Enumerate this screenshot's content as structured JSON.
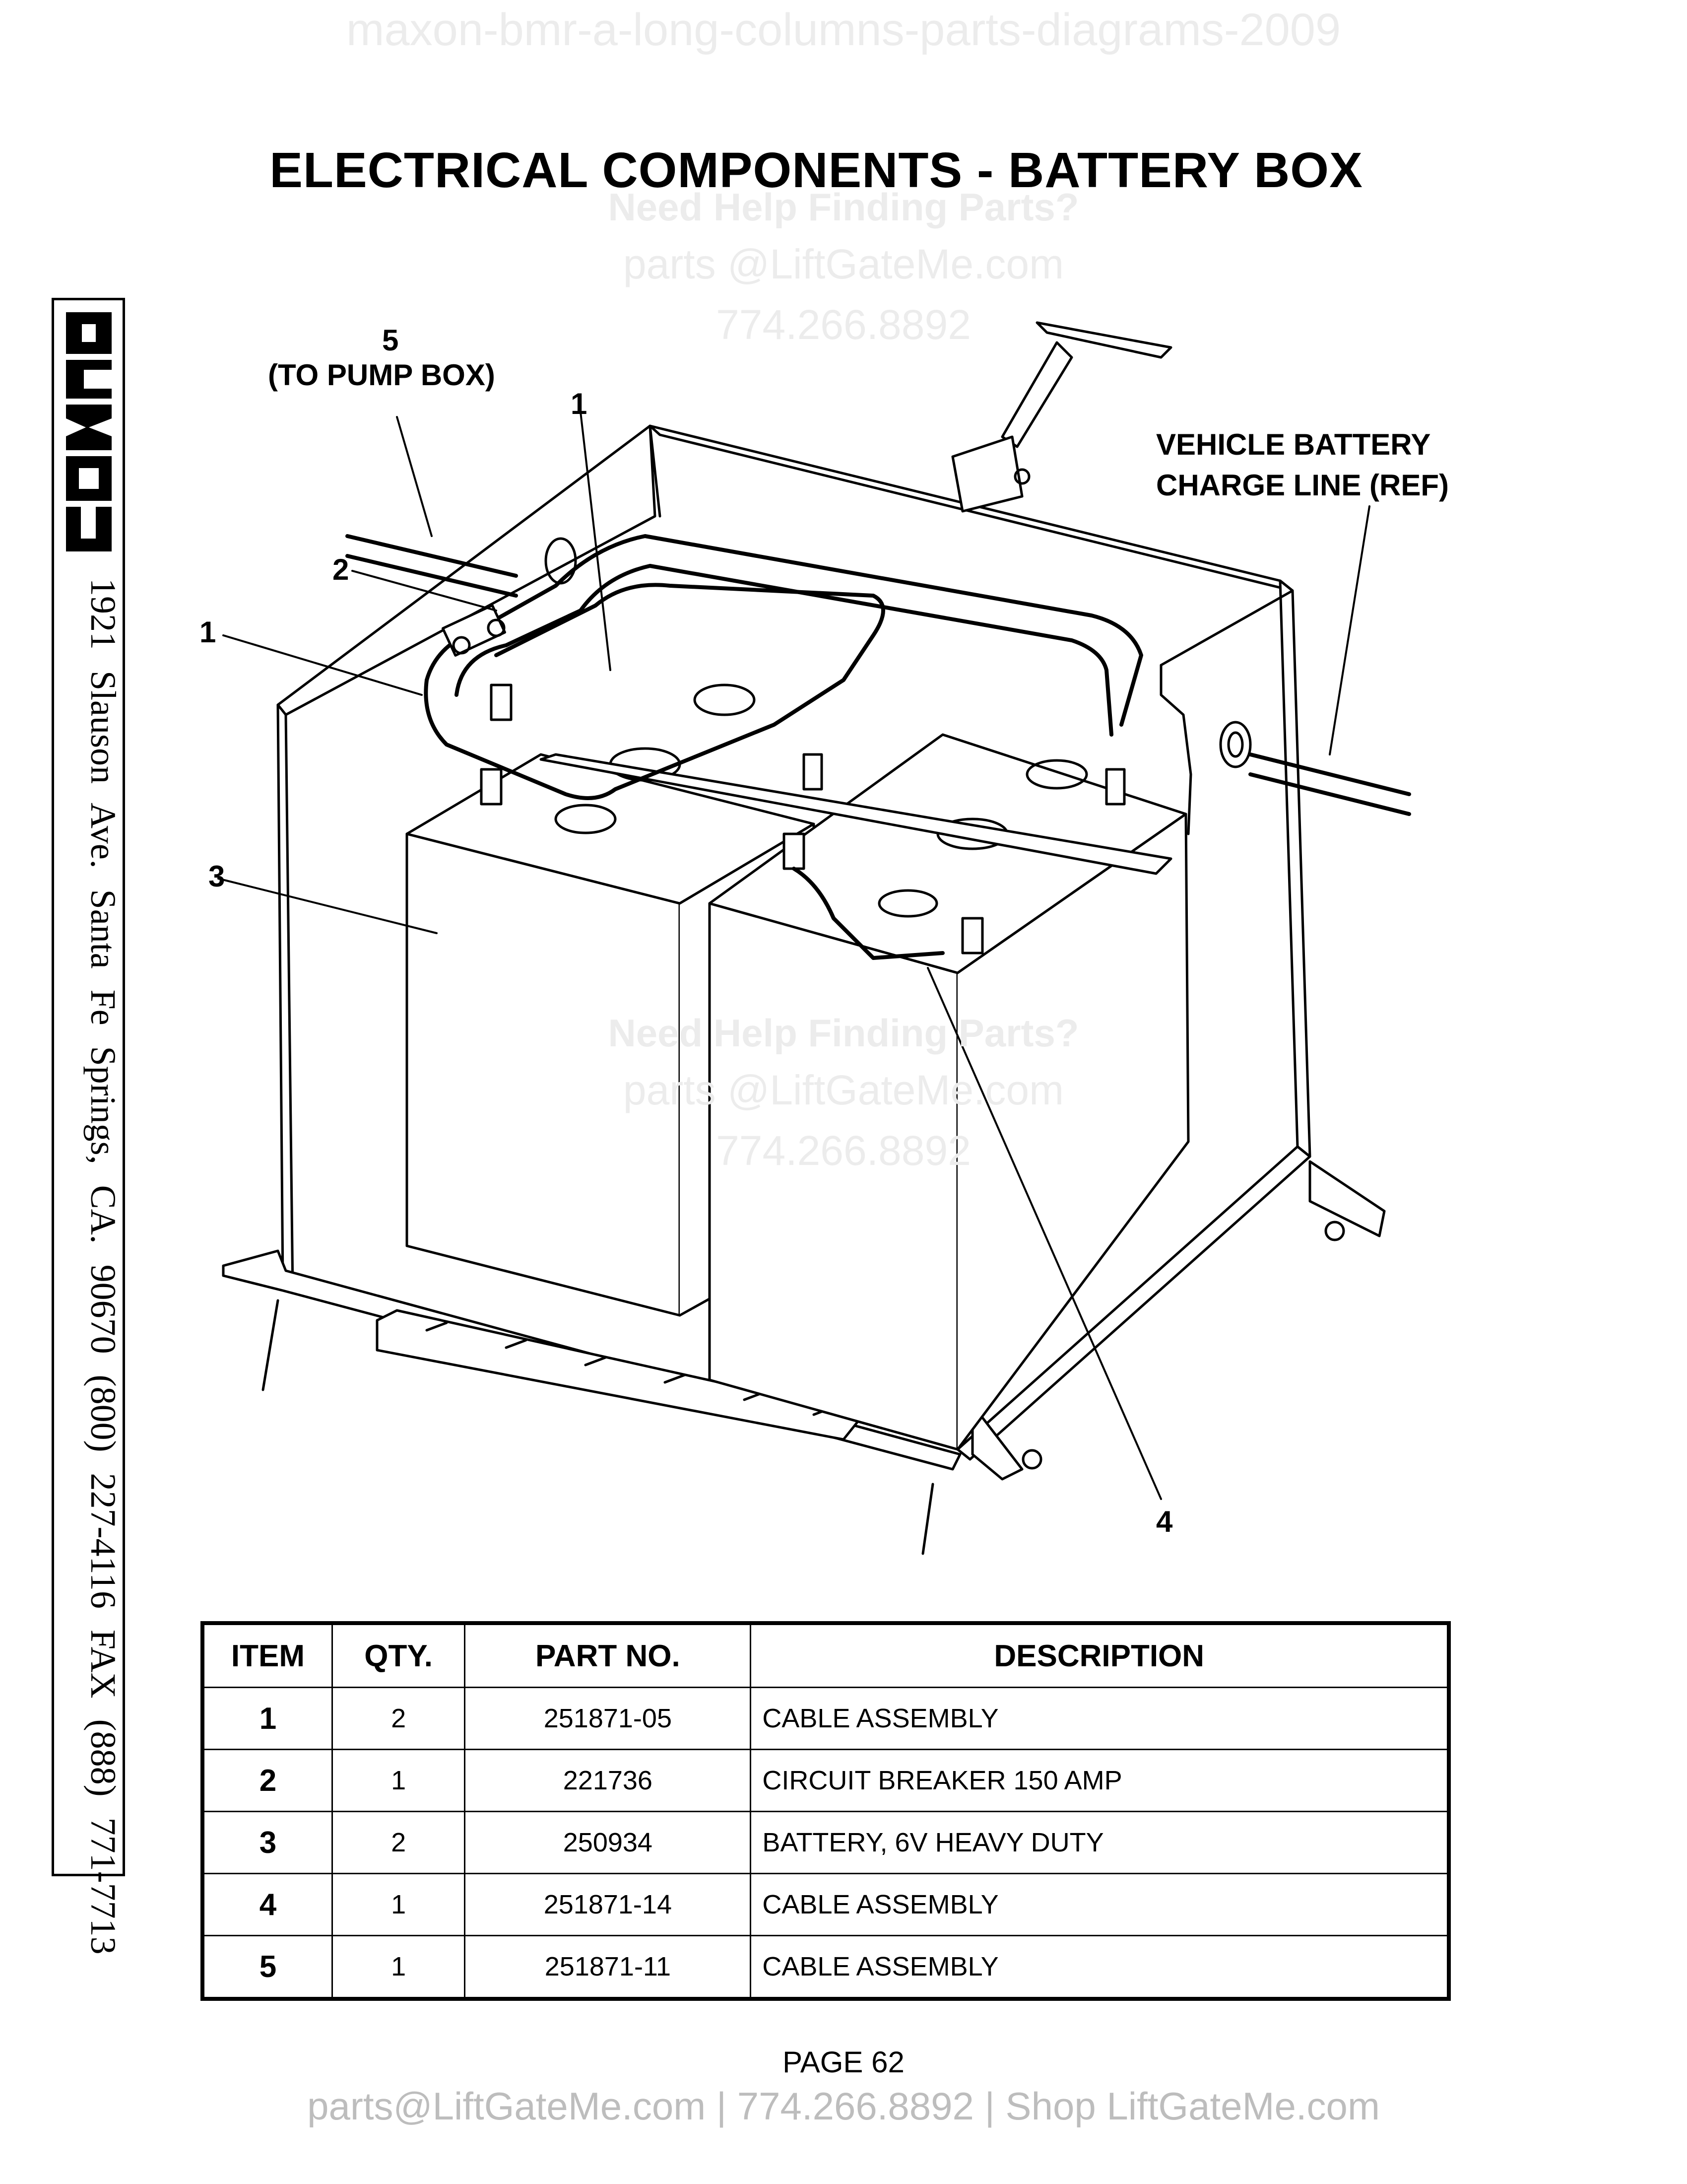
{
  "watermarks": {
    "top": "maxon-bmr-a-long-columns-parts-diagrams-2009",
    "help": "Need Help Finding Parts?",
    "email": "parts @LiftGateMe.com",
    "phone": "774.266.8892"
  },
  "title": "ELECTRICAL COMPONENTS - BATTERY BOX",
  "sidebar": {
    "logo": "MAXON",
    "address": "1921 Slauson Ave.  Santa Fe Springs, CA.  90670  (800) 227-4116  FAX (888) 771-7713"
  },
  "callouts": {
    "item5": "5",
    "to_pump_box": "(TO PUMP BOX)",
    "item1_top": "1",
    "item2": "2",
    "item1_left": "1",
    "item3": "3",
    "item4": "4",
    "charge_line_1": "VEHICLE BATTERY",
    "charge_line_2": "CHARGE LINE (REF)"
  },
  "parts_table": {
    "headers": [
      "ITEM",
      "QTY.",
      "PART NO.",
      "DESCRIPTION"
    ],
    "rows": [
      {
        "item": "1",
        "qty": "2",
        "part_no": "251871-05",
        "description": "CABLE ASSEMBLY"
      },
      {
        "item": "2",
        "qty": "1",
        "part_no": "221736",
        "description": "CIRCUIT BREAKER 150 AMP"
      },
      {
        "item": "3",
        "qty": "2",
        "part_no": "250934",
        "description": "BATTERY, 6V HEAVY DUTY"
      },
      {
        "item": "4",
        "qty": "1",
        "part_no": "251871-14",
        "description": "CABLE ASSEMBLY"
      },
      {
        "item": "5",
        "qty": "1",
        "part_no": "251871-11",
        "description": "CABLE ASSEMBLY"
      }
    ]
  },
  "page_number": "PAGE 62",
  "footer": "parts@LiftGateMe.com | 774.266.8892 | Shop LiftGateMe.com"
}
